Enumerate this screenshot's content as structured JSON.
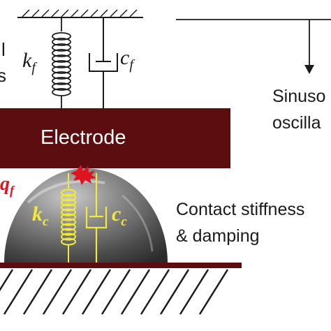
{
  "labels": {
    "spring_fixture": "k",
    "spring_fixture_sub": "f",
    "damper_fixture": "c",
    "damper_fixture_sub": "f",
    "electrode": "Electrode",
    "heat_source": "q",
    "heat_source_sub": "f",
    "spring_contact": "k",
    "spring_contact_sub": "c",
    "damper_contact": "c",
    "damper_contact_sub": "c",
    "sinusoidal_line1": "Sinuso",
    "sinusoidal_line2": "oscilla",
    "contact_line1": "Contact stiffness",
    "contact_line2": "& damping",
    "left_clip_1": "l",
    "left_clip_2": "s"
  },
  "colors": {
    "electrode": "#5c0d10",
    "heat_source": "#e0141e",
    "contact_elements": "#f2ea3a",
    "ground": "#5c0d10",
    "text": "#1a1a1a"
  }
}
